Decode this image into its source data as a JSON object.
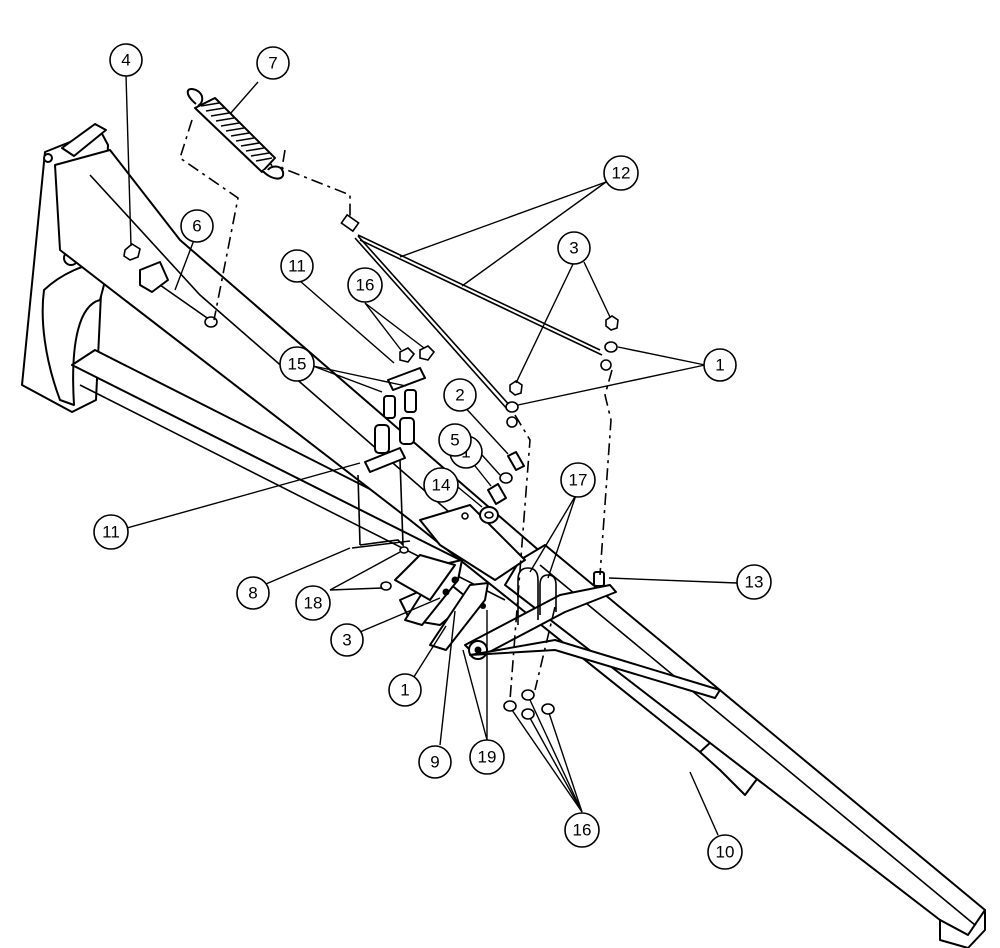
{
  "diagram": {
    "callouts": [
      {
        "label": "1"
      },
      {
        "label": "1"
      },
      {
        "label": "1"
      },
      {
        "label": "2"
      },
      {
        "label": "3"
      },
      {
        "label": "3"
      },
      {
        "label": "4"
      },
      {
        "label": "5"
      },
      {
        "label": "6"
      },
      {
        "label": "7"
      },
      {
        "label": "8"
      },
      {
        "label": "9"
      },
      {
        "label": "10"
      },
      {
        "label": "11"
      },
      {
        "label": "11"
      },
      {
        "label": "12"
      },
      {
        "label": "13"
      },
      {
        "label": "14"
      },
      {
        "label": "15"
      },
      {
        "label": "16"
      },
      {
        "label": "16"
      },
      {
        "label": "17"
      },
      {
        "label": "18"
      },
      {
        "label": "19"
      }
    ]
  }
}
